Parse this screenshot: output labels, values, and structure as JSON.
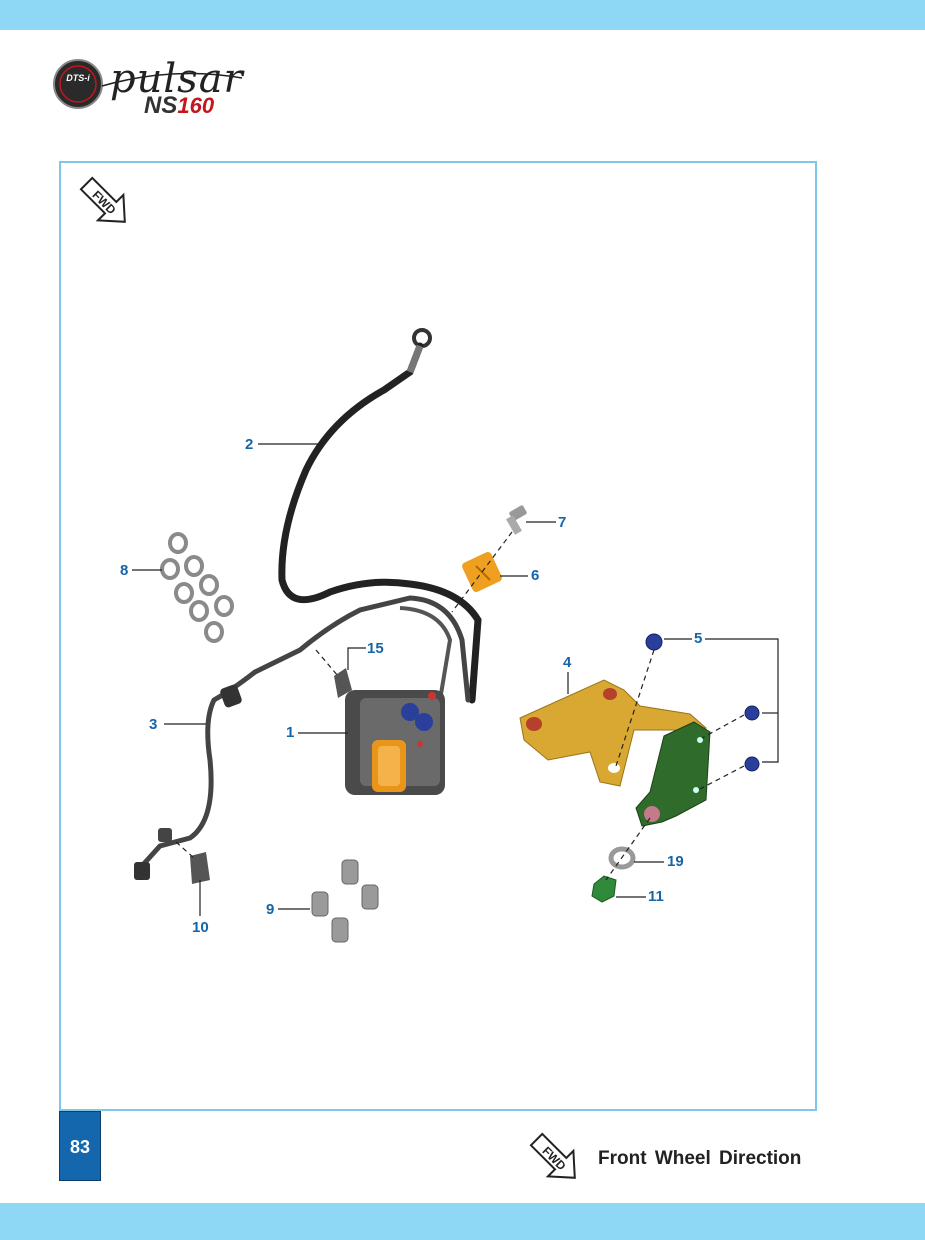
{
  "brand": {
    "badge": "DTS-i",
    "script_name": "pulsar",
    "model_letters": "NS",
    "model_number": "160"
  },
  "fwd_icon_text": "FWD",
  "callouts": {
    "c1": "1",
    "c2": "2",
    "c3": "3",
    "c4": "4",
    "c5": "5",
    "c6": "6",
    "c7": "7",
    "c8": "8",
    "c9": "9",
    "c10": "10",
    "c11": "11",
    "c15": "15",
    "c19": "19"
  },
  "footer": {
    "page_number": "83",
    "legend_label": "Front Wheel Direction"
  },
  "colors": {
    "band": "#8fd8f5",
    "frame_border": "#7cc8ea",
    "callout": "#1565a8",
    "page_box": "#1467ad",
    "bracket": "#d8a832",
    "support": "#2f6b2a",
    "bolt_blue": "#2a3f9c",
    "clamp": "#f0a020"
  }
}
